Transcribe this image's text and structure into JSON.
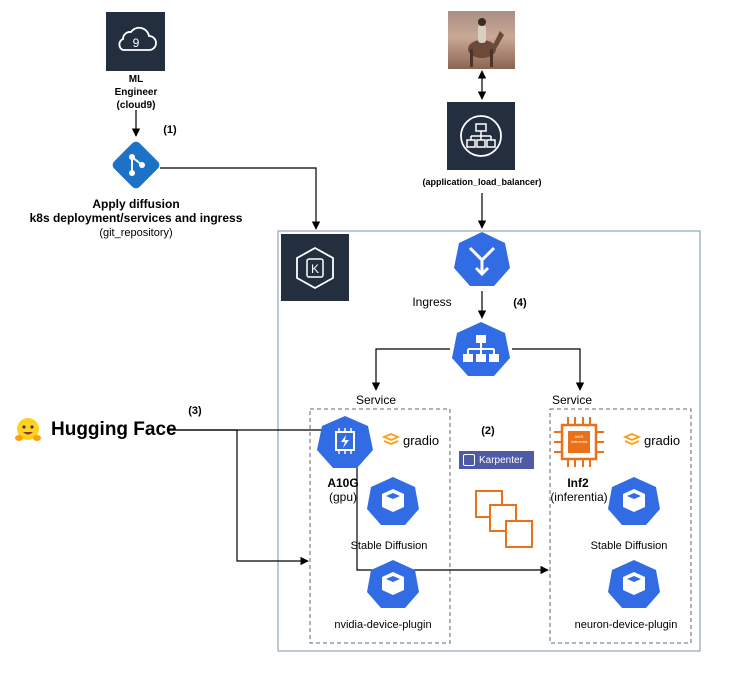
{
  "nodes": {
    "ml_engineer": {
      "label": "ML\nEngineer\n(cloud9)",
      "icon": "cloud9-icon"
    },
    "git_repo": {
      "title": "Apply diffusion\nk8s deployment/services and ingress",
      "subtitle": "(git_repository)",
      "icon": "git-icon"
    },
    "alb": {
      "label": "(application_load_balancer)",
      "icon": "load-balancer-icon"
    },
    "ingress": {
      "label": "Ingress"
    },
    "hugging_face": {
      "label": "Hugging Face",
      "icon": "hugging-face-icon"
    },
    "karpenter": {
      "label": "Karpenter"
    },
    "left_service": {
      "label": "Service",
      "chip": "A10G",
      "chip_sub": "(gpu)",
      "app": "gradio",
      "workload": "Stable Diffusion",
      "plugin": "nvidia-device-plugin"
    },
    "right_service": {
      "label": "Service",
      "chip": "Inf2",
      "chip_sub": "(inferentia)",
      "chip_icon_text": "AWS\nInferentia",
      "app": "gradio",
      "workload": "Stable Diffusion",
      "plugin": "neuron-device-plugin"
    }
  },
  "steps": {
    "s1": "(1)",
    "s2": "(2)",
    "s3": "(3)",
    "s4": "(4)"
  },
  "colors": {
    "aws_dark": "#232f3e",
    "k8s_blue": "#326ce5",
    "git_blue": "#1c72c7",
    "aws_orange": "#e8711a",
    "gradio_orange": "#f7a21b",
    "karpenter_purple": "#4f5aa6",
    "hf_yellow": "#ffd21e",
    "cluster_border": "#8fa7b6"
  }
}
